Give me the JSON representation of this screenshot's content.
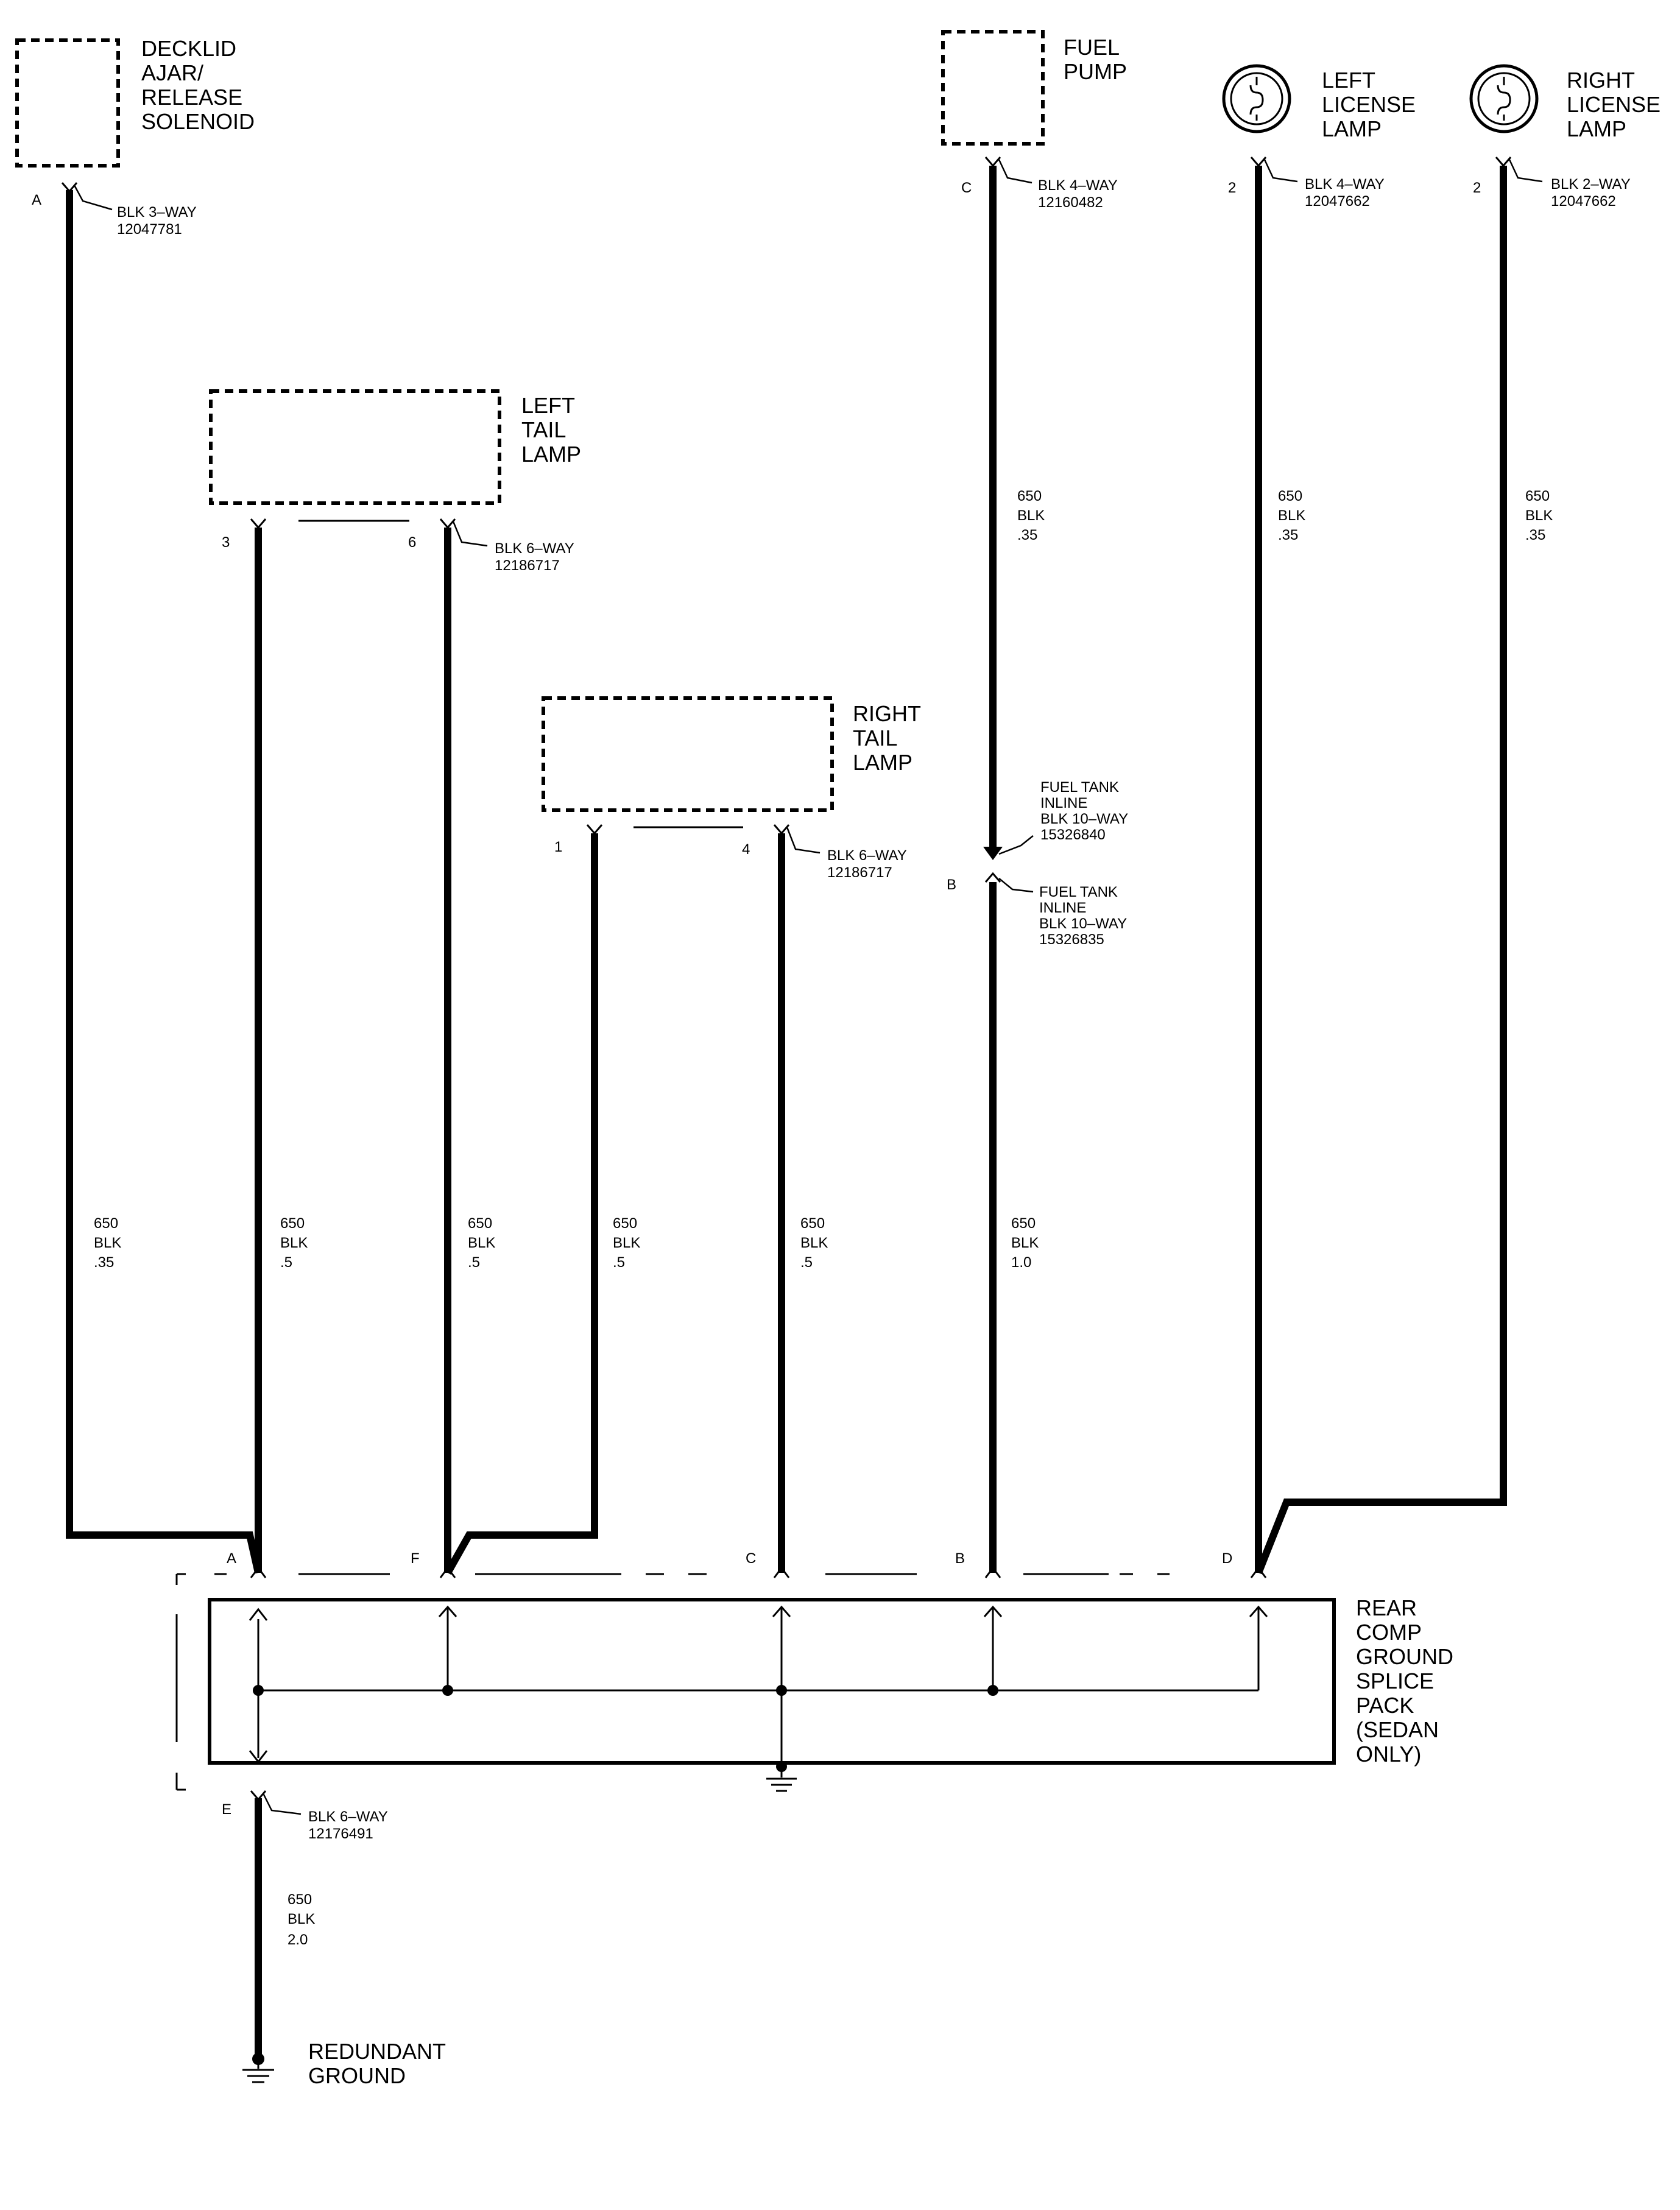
{
  "components": {
    "decklid_solenoid": [
      "DECKLID",
      "AJAR/",
      "RELEASE",
      "SOLENOID"
    ],
    "fuel_pump": [
      "FUEL",
      "PUMP"
    ],
    "left_license_lamp": [
      "LEFT",
      "LICENSE",
      "LAMP"
    ],
    "right_license_lamp": [
      "RIGHT",
      "LICENSE",
      "LAMP"
    ],
    "left_tail_lamp": [
      "LEFT",
      "TAIL",
      "LAMP"
    ],
    "right_tail_lamp": [
      "RIGHT",
      "TAIL",
      "LAMP"
    ],
    "splice_pack": [
      "REAR",
      "COMP",
      "GROUND",
      "SPLICE",
      "PACK",
      "(SEDAN",
      "ONLY)"
    ],
    "redundant_ground": [
      "REDUNDANT",
      "GROUND"
    ]
  },
  "connectors": {
    "decklid": [
      "BLK 3–WAY",
      "12047781"
    ],
    "fuel_pump": [
      "BLK 4–WAY",
      "12160482"
    ],
    "left_license": [
      "BLK 4–WAY",
      "12047662"
    ],
    "right_license": [
      "BLK 2–WAY",
      "12047662"
    ],
    "left_tail": [
      "BLK 6–WAY",
      "12186717"
    ],
    "right_tail": [
      "BLK 6–WAY",
      "12186717"
    ],
    "fuel_tank_upper": [
      "FUEL TANK",
      "INLINE",
      "BLK 10–WAY",
      "15326840"
    ],
    "fuel_tank_lower": [
      "FUEL TANK",
      "INLINE",
      "BLK 10–WAY",
      "15326835"
    ],
    "splice_out": [
      "BLK 6–WAY",
      "12176491"
    ]
  },
  "pins": {
    "decklid": "A",
    "fuel_pump": "C",
    "left_license": "2",
    "right_license": "2",
    "left_tail_a": "3",
    "left_tail_b": "6",
    "right_tail_a": "1",
    "right_tail_b": "4",
    "fuel_tank": "B",
    "splice_a": "A",
    "splice_f": "F",
    "splice_c": "C",
    "splice_b": "B",
    "splice_d": "D",
    "splice_e": "E"
  },
  "wires": {
    "decklid": [
      "650",
      "BLK",
      ".35"
    ],
    "left_tail_3": [
      "650",
      "BLK",
      ".5"
    ],
    "left_tail_6": [
      "650",
      "BLK",
      ".5"
    ],
    "right_tail_1": [
      "650",
      "BLK",
      ".5"
    ],
    "right_tail_4": [
      "650",
      "BLK",
      ".5"
    ],
    "fuel_pump_upper": [
      "650",
      "BLK",
      ".35"
    ],
    "fuel_pump_lower": [
      "650",
      "BLK",
      "1.0"
    ],
    "left_license": [
      "650",
      "BLK",
      ".35"
    ],
    "right_license": [
      "650",
      "BLK",
      ".35"
    ],
    "ground": [
      "650",
      "BLK",
      "2.0"
    ]
  }
}
